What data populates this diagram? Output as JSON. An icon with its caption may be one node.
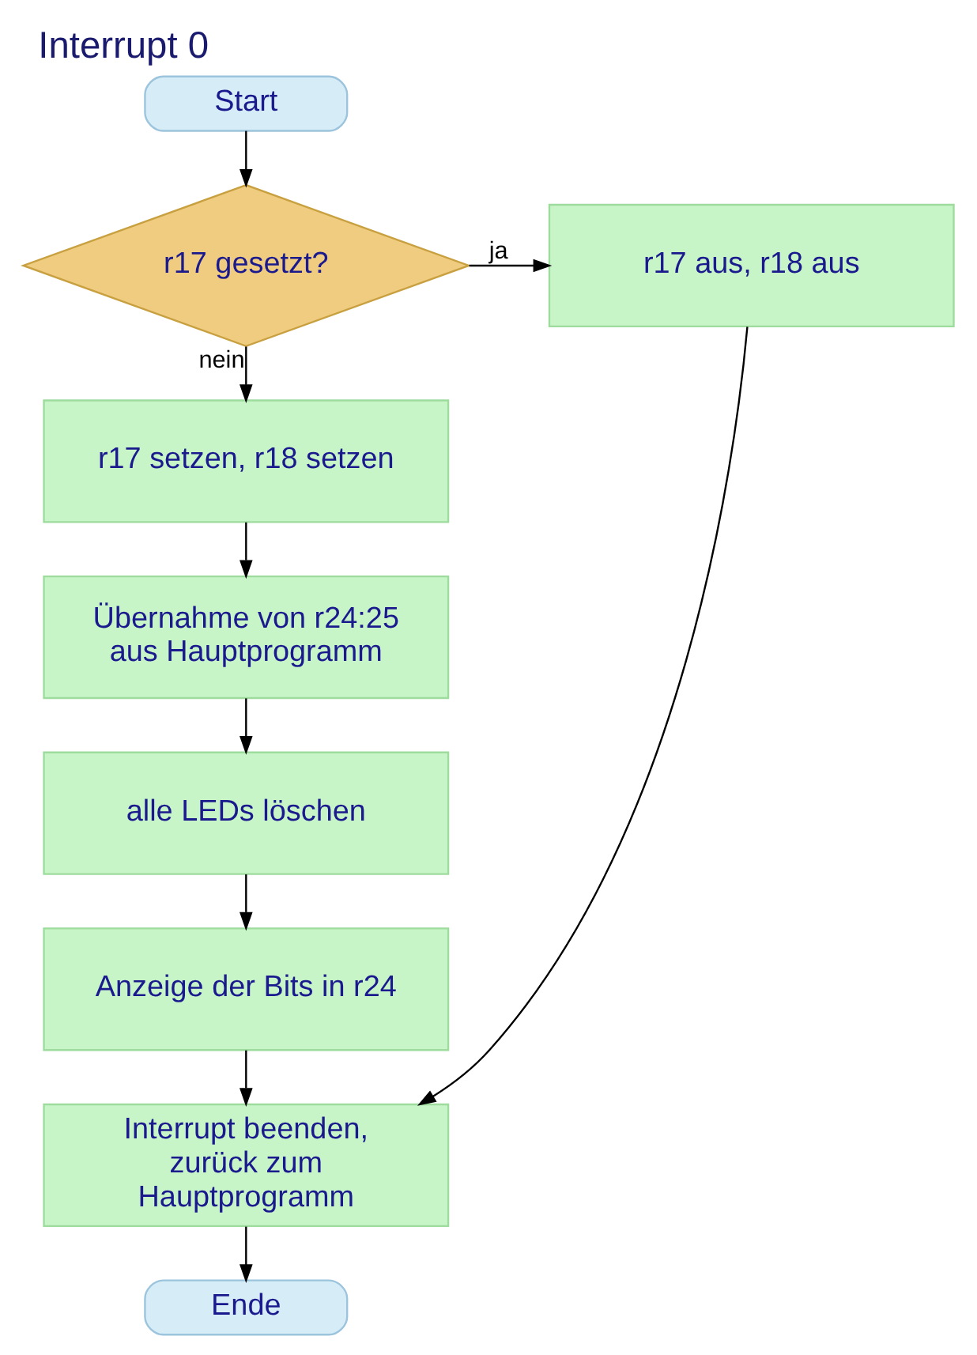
{
  "diagram": {
    "title": "Interrupt 0",
    "nodes": [
      {
        "text": [
          "Start"
        ]
      },
      {
        "text": [
          "r17 gesetzt?"
        ]
      },
      {
        "text": [
          "r17 aus, r18 aus"
        ]
      },
      {
        "text": [
          "r17 setzen, r18 setzen"
        ]
      },
      {
        "text": [
          "Übernahme von r24:25 aus Hauptprogramm"
        ]
      },
      {
        "text": [
          "alle LEDs löschen"
        ]
      },
      {
        "text": [
          "Anzeige der Bits in r24"
        ]
      },
      {
        "text": [
          "Interrupt beenden, zurück zum Hauptprogramm"
        ]
      },
      {
        "text": [
          "Ende"
        ]
      }
    ],
    "edges": [
      {
        "from": 0,
        "to": 1,
        "arrow": "to"
      },
      {
        "from": 1,
        "to": 2,
        "arrow": "to",
        "label": "ja"
      },
      {
        "from": 1,
        "to": 3,
        "arrow": "to",
        "label": "nein"
      },
      {
        "from": 3,
        "to": 4,
        "arrow": "to"
      },
      {
        "from": 4,
        "to": 5,
        "arrow": "to"
      },
      {
        "from": 5,
        "to": 6,
        "arrow": "to"
      },
      {
        "from": 6,
        "to": 7,
        "arrow": "to"
      },
      {
        "from": 2,
        "to": 7,
        "arrow": "to"
      },
      {
        "from": 7,
        "to": 8,
        "arrow": "to"
      }
    ]
  }
}
